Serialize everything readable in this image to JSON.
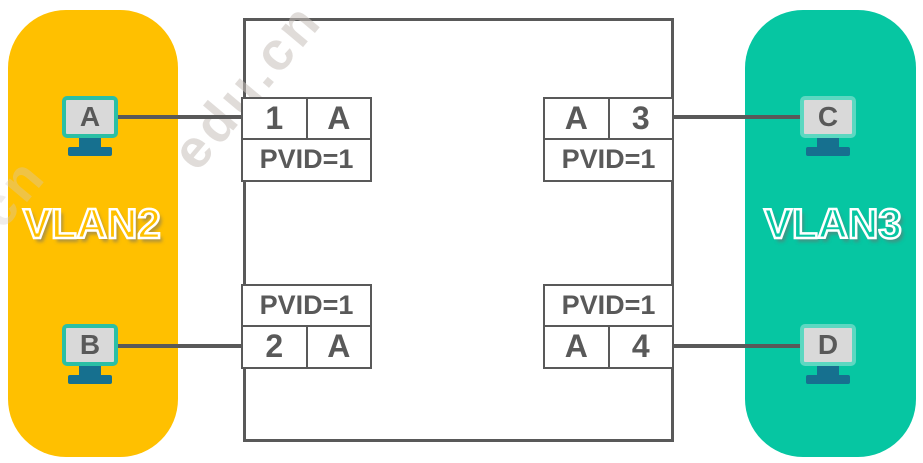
{
  "watermark": {
    "text": "edu.cn"
  },
  "colors": {
    "vlan2_fill": "#FFC000",
    "vlan3_fill": "#06C6A2",
    "line_gray": "#595959",
    "monitor_screen": "#D9D9D9",
    "monitor_border_left": "#2BBFA5",
    "monitor_border_right": "#5CD8C1",
    "monitor_stand": "#16708F"
  },
  "vlans": {
    "left": {
      "label": "VLAN2",
      "hosts": {
        "a": "A",
        "b": "B"
      }
    },
    "right": {
      "label": "VLAN3",
      "hosts": {
        "c": "C",
        "d": "D"
      }
    }
  },
  "switch": {
    "ports": {
      "p1": {
        "left_cell": "1",
        "right_cell": "A",
        "pvid": "PVID=1"
      },
      "p2": {
        "left_cell": "2",
        "right_cell": "A",
        "pvid": "PVID=1"
      },
      "p3": {
        "left_cell": "A",
        "right_cell": "3",
        "pvid": "PVID=1"
      },
      "p4": {
        "left_cell": "A",
        "right_cell": "4",
        "pvid": "PVID=1"
      }
    }
  }
}
